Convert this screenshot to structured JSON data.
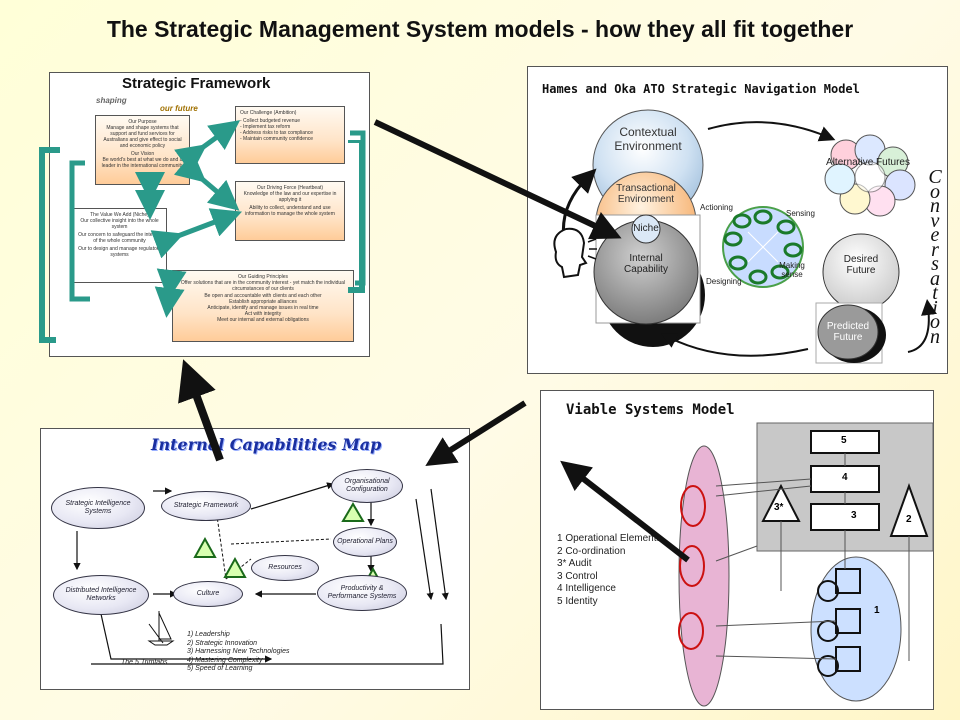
{
  "title": "The Strategic Management System models - how they all fit together",
  "strategic_framework": {
    "title": "Strategic Framework",
    "shaping": "shaping",
    "our_future": "our future",
    "purpose_box": {
      "heading": "Our Purpose",
      "body": "Manage and shape systems that support and fund services for Australians and give effect to social and economic policy",
      "vision_heading": "Our Vision",
      "vision_body": "Be world's best at what we do and a leader in the international community"
    },
    "challenge_box": {
      "heading": "Our Challenge (Ambition)",
      "items": [
        "- Collect budgeted revenue",
        "- Implement tax reform",
        "- Address risks to tax compliance",
        "- Maintain community confidence"
      ]
    },
    "driving_force_box": {
      "heading": "Our Driving Force (Heartbeat)",
      "body": "Knowledge of the law and our expertise in applying it",
      "body2": "Ability to collect, understand and use information to manage the whole system"
    },
    "value_box": {
      "heading": "The Value We Add (Niche)",
      "body": "Our collective insight into the whole system",
      "body2": "Our concern to safeguard the interest of the whole community",
      "body3": "Our to design and manage regulatory systems"
    },
    "principles_box": {
      "heading": "Our Guiding Principles",
      "body": "Offer solutions that are in the community interest - yet match the individual circumstances of our clients",
      "body2": "Be open and accountable with clients and each other",
      "body3": "Establish appropriate alliances",
      "body4": "Anticipate, identify and manage issues in real time",
      "body5": "Act with integrity",
      "body6": "Meet our internal and external obligations"
    }
  },
  "navigation_model": {
    "title": "Hames and Oka ATO Strategic Navigation Model",
    "contextual": "Contextual Environment",
    "transactional": "Transactional Environment",
    "niche": "Niche",
    "internal": "Internal Capability",
    "actioning": "Actioning",
    "sensing": "Sensing",
    "making_sense": "Making sense",
    "designing": "Designing",
    "alternative": "Alternative Futures",
    "desired": "Desired Future",
    "predicted": "Predicted Future",
    "conversation": [
      "C",
      "o",
      "n",
      "v",
      "e",
      "r",
      "s",
      "a",
      "t",
      "i",
      "o",
      "n"
    ]
  },
  "viable_systems": {
    "title": "Viable Systems Model",
    "numbers": [
      "5",
      "4",
      "3",
      "3*",
      "2",
      "1"
    ],
    "legend": [
      "1 Operational Elements",
      "2 Co-ordination",
      "3* Audit",
      "3 Control",
      "4 Intelligence",
      "5 Identity"
    ]
  },
  "capabilities_map": {
    "title": "Internal Capabilities Map",
    "nodes": {
      "sis": "Strategic Intelligence Systems",
      "sf": "Strategic Framework",
      "org": "Organisational Configuration",
      "ops": "Operational Plans",
      "res": "Resources",
      "prod": "Productivity & Performance Systems",
      "culture": "Culture",
      "din": "Distributed Intelligence Networks"
    },
    "trimtabs_label": "The 5 Trimtabs",
    "trimtabs": [
      "1) Leadership",
      "2) Strategic Innovation",
      "3) Harnessing New Technologies",
      "4) Mastering Complexity",
      "5) Speed of Learning"
    ]
  },
  "colors": {
    "background": "#ffffd8",
    "accent_green": "#3daa3d",
    "teal": "#2a9a8a",
    "viable_blue": "#cce0ff",
    "orange_box": "#ffcc99"
  }
}
